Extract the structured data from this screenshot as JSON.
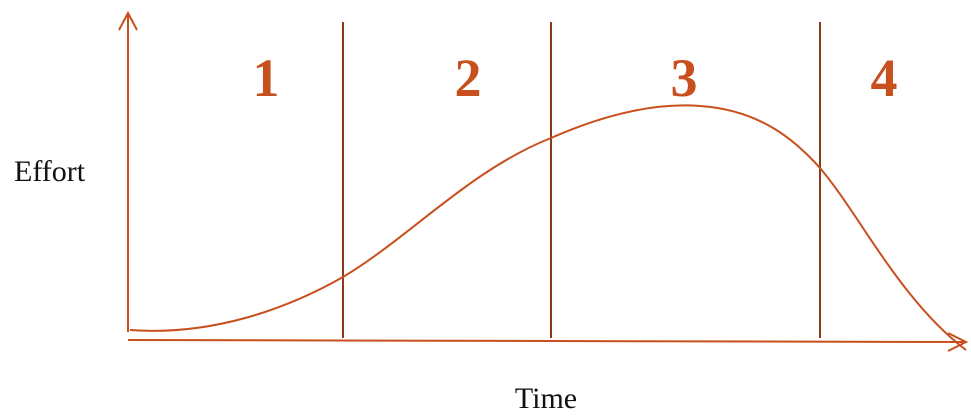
{
  "colors": {
    "accent": "#c8501e",
    "text": "#111111"
  },
  "axes": {
    "y_label": "Effort",
    "x_label": "Time"
  },
  "phases": [
    {
      "label": "1"
    },
    {
      "label": "2"
    },
    {
      "label": "3"
    },
    {
      "label": "4"
    }
  ]
}
